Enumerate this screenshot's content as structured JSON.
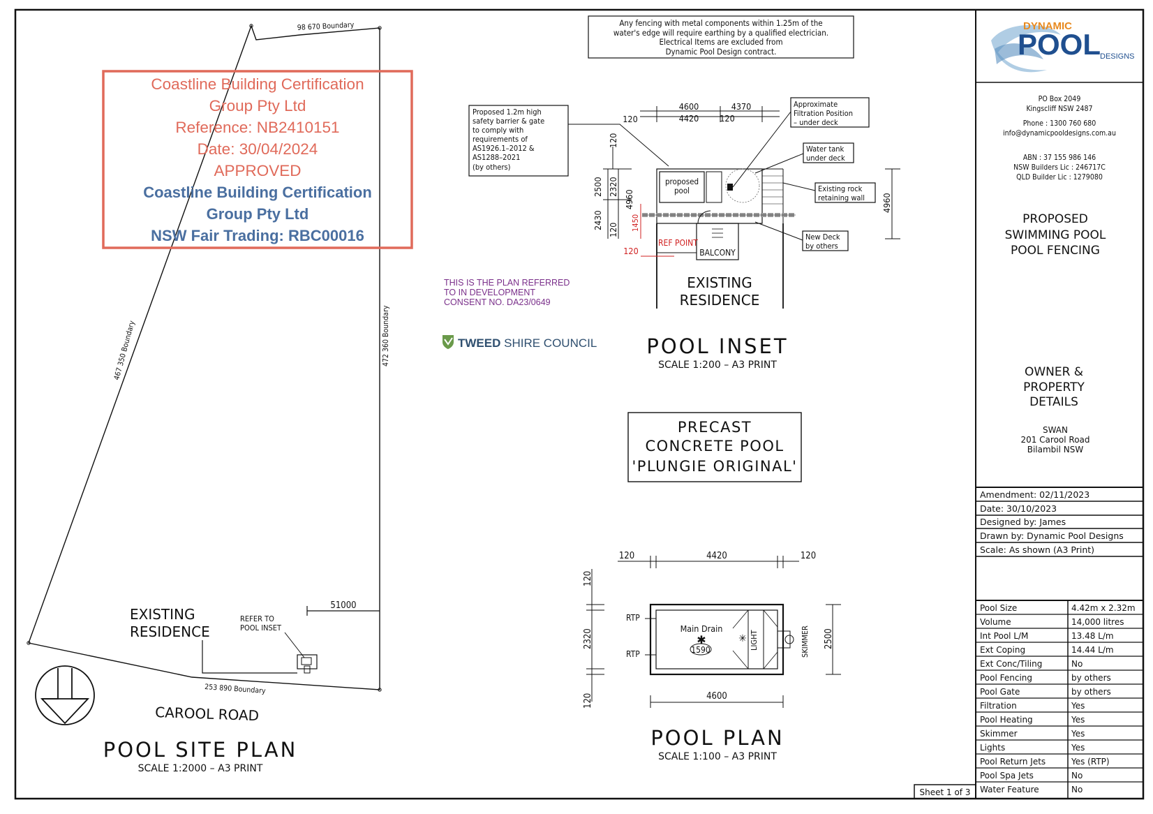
{
  "title_block": {
    "logo_word_top": "DYNAMIC",
    "logo_word_main": "POOL",
    "logo_word_sub": "DESIGNS",
    "address": [
      "PO Box 2049",
      "Kingscliff NSW 2487"
    ],
    "phone": "Phone : 1300 760 680",
    "email": "info@dynamicpooldesigns.com.au",
    "licences": [
      "ABN : 37 155 986 146",
      "NSW Builders Lic : 246717C",
      "QLD Builder Lic : 1279080"
    ],
    "project_title": [
      "PROPOSED",
      "SWIMMING POOL",
      "POOL FENCING"
    ],
    "owner_heading": [
      "OWNER &",
      "PROPERTY",
      "DETAILS"
    ],
    "owner_details": [
      "SWAN",
      "201 Carool Road",
      "Bilambil NSW"
    ],
    "meta": [
      "Amendment: 02/11/2023",
      "Date: 30/10/2023",
      "Designed by: James",
      "Drawn by: Dynamic Pool Designs",
      "Scale: As shown (A3 Print)"
    ],
    "spec_rows": [
      {
        "label": "Pool Size",
        "value": "4.42m x 2.32m"
      },
      {
        "label": "Volume",
        "value": "14,000 litres"
      },
      {
        "label": "Int Pool L/M",
        "value": "13.48 L/m"
      },
      {
        "label": "Ext Coping",
        "value": "14.44 L/m"
      },
      {
        "label": "Ext Conc/Tiling",
        "value": "No"
      },
      {
        "label": "Pool Fencing",
        "value": "by others"
      },
      {
        "label": "Pool Gate",
        "value": "by others"
      },
      {
        "label": "Filtration",
        "value": "Yes"
      },
      {
        "label": "Pool Heating",
        "value": "Yes"
      },
      {
        "label": "Skimmer",
        "value": "Yes"
      },
      {
        "label": "Lights",
        "value": "Yes"
      },
      {
        "label": "Pool Return Jets",
        "value": "Yes (RTP)"
      },
      {
        "label": "Pool Spa Jets",
        "value": "No"
      },
      {
        "label": "Water Feature",
        "value": "No"
      }
    ],
    "sheet_label": "Sheet 1 of 3"
  },
  "stamp": {
    "red_lines": [
      "Coastline Building Certification",
      "Group Pty Ltd",
      "Reference: NB2410151",
      "Date: 30/04/2024",
      "APPROVED"
    ],
    "blue_lines": [
      "Coastline Building Certification",
      "Group Pty Ltd",
      "NSW Fair Trading: RBC00016"
    ]
  },
  "council": {
    "note_lines": [
      "THIS IS THE PLAN REFERRED",
      "TO IN DEVELOPMENT",
      "CONSENT NO. DA23/0649"
    ],
    "logo_bold": "TWEED",
    "logo_rest": " SHIRE COUNCIL"
  },
  "electrical_note": [
    "Any fencing with metal components within 1.25m of the",
    "water's edge will require earthing by a qualified electrician.",
    "Electrical Items are excluded from",
    "Dynamic Pool Design contract."
  ],
  "site_plan": {
    "boundary_top": "98 670  Boundary",
    "boundary_left": "467 350  Boundary",
    "boundary_right": "472 360  Boundary",
    "boundary_bottom": "253 890  Boundary",
    "setback": "51000",
    "existing_residence": [
      "EXISTING",
      "RESIDENCE"
    ],
    "refer_note": [
      "REFER TO",
      "POOL INSET"
    ],
    "road": "CAROOL ROAD",
    "title": "POOL SITE PLAN",
    "scale": "SCALE 1:2000 – A3 PRINT"
  },
  "inset": {
    "barrier_note": [
      "Proposed 1.2m high",
      "safety barrier & gate",
      "to comply with",
      "requirements of",
      "AS1926.1–2012 &",
      "AS1288–2021",
      "(by others)"
    ],
    "filtration_note": [
      "Approximate",
      "Filtration Position",
      "– under deck"
    ],
    "water_tank_note": [
      "Water tank",
      "under deck"
    ],
    "rock_wall_note": [
      "Existing rock",
      "retaining wall"
    ],
    "deck_note": [
      "New Deck",
      "by others"
    ],
    "dim_4600": "4600",
    "dim_4420": "4420",
    "dim_4370": "4370",
    "dim_120_a": "120",
    "dim_120_b": "120",
    "dim_120_left": "120",
    "dim_2500": "2500",
    "dim_2320": "2320",
    "dim_4960_left": "4960",
    "dim_2430": "2430",
    "dim_120_low": "120",
    "dim_1450": "1450",
    "dim_4960_right": "4960",
    "dim_120_red": "120",
    "pool_label": [
      "proposed",
      "pool"
    ],
    "ref_point": "REF POINT",
    "balcony": "BALCONY",
    "existing_residence": [
      "EXISTING",
      "RESIDENCE"
    ],
    "title": "POOL INSET",
    "scale": "SCALE 1:200 – A3 PRINT"
  },
  "precast_box": [
    "PRECAST",
    "CONCRETE POOL",
    "'PLUNGIE ORIGINAL'"
  ],
  "pool_plan": {
    "dim_top_left": "120",
    "dim_top_mid": "4420",
    "dim_top_right": "120",
    "dim_left_top": "120",
    "dim_left_mid": "2320",
    "dim_left_bot": "120",
    "dim_right": "2500",
    "dim_bottom": "4600",
    "rtp_top": "RTP",
    "rtp_bottom": "RTP",
    "main_drain": "Main Drain",
    "depth": "1590",
    "light": "LIGHT",
    "skimmer": "SKIMMER",
    "title": "POOL PLAN",
    "scale": "SCALE 1:100 – A3 PRINT"
  }
}
